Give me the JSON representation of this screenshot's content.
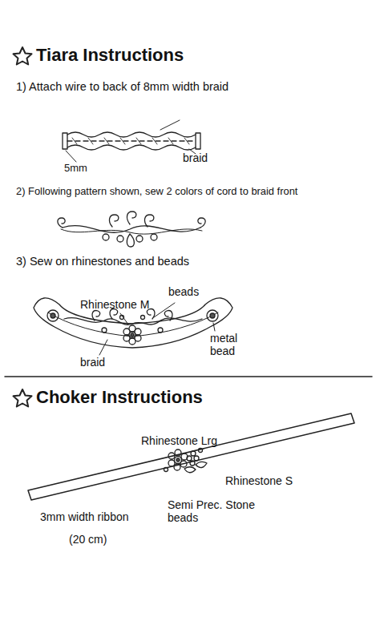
{
  "diagram": {
    "title": "Tiara Instructions",
    "labels": [
      "1) Attach wire to back of 8mm width braid",
      "braid",
      "5mm",
      "2) Following pattern shown, sew 2 colors of cord to braid front",
      "3) Sew on rhinestones and beads",
      "beads",
      "Rhinestone M",
      "metal bead",
      "braid",
      "Choker Instructions",
      "Rhinestone Lrg",
      "Rhinestone S",
      "Semi Prec. Stone beads",
      "3mm width ribbon",
      "(20 cm)"
    ]
  }
}
